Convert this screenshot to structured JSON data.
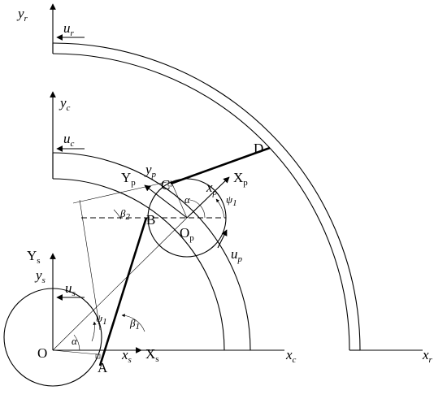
{
  "labels": {
    "yr": "y",
    "yr_sub": "r",
    "ur": "u",
    "ur_sub": "r",
    "yc": "y",
    "yc_sub": "c",
    "uc": "u",
    "uc_sub": "c",
    "D": "D",
    "Yp": "Y",
    "Yp_sub": "p",
    "yp": "y",
    "yp_sub": "p",
    "C": "C",
    "Xp": "X",
    "Xp_sub": "p",
    "xp": "x",
    "xp_sub": "p",
    "alpha_top": "α",
    "psi1_top": "ψ",
    "psi1_top_sub": "1",
    "beta2": "β",
    "beta2_sub": "2",
    "B": "B",
    "Op": "O",
    "Op_sub": "p",
    "up": "u",
    "up_sub": "p",
    "Ys": "Y",
    "Ys_sub": "s",
    "ys": "y",
    "ys_sub": "s",
    "us": "u",
    "us_sub": "s",
    "psi1_bot": "ψ",
    "psi1_bot_sub": "1",
    "beta1": "β",
    "beta1_sub": "1",
    "alpha_bot": "α",
    "O": "O",
    "xs": "x",
    "xs_sub": "s",
    "Xs": "X",
    "Xs_sub": "s",
    "A": "A",
    "xc": "x",
    "xc_sub": "c",
    "xr": "x",
    "xr_sub": "r"
  }
}
